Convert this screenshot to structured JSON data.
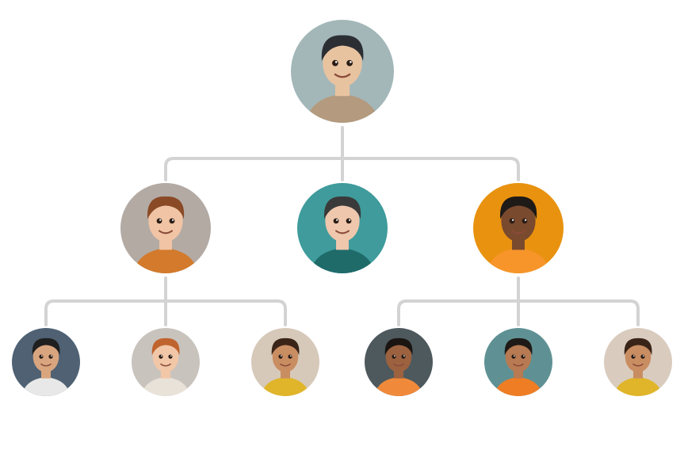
{
  "connector_color": "#d3d3d3",
  "nodes": [
    {
      "id": "root",
      "level": 0,
      "icon": "person-avatar-icon",
      "bg": "#a3b7b9",
      "skin": "#e8c3a0",
      "hair": "#2b2f33",
      "shirt": "#b49a7e"
    },
    {
      "id": "child-1",
      "level": 1,
      "parent": "root",
      "icon": "person-avatar-icon",
      "bg": "#b3aaa4",
      "skin": "#f0c4a4",
      "hair": "#8a4a26",
      "shirt": "#d37a2c"
    },
    {
      "id": "child-2",
      "level": 1,
      "parent": "root",
      "icon": "person-avatar-icon",
      "bg": "#3f9b9c",
      "skin": "#efc7ad",
      "hair": "#3a3a3a",
      "shirt": "#1f6b6a"
    },
    {
      "id": "child-3",
      "level": 1,
      "parent": "root",
      "icon": "person-avatar-icon",
      "bg": "#e8920f",
      "skin": "#7a4a2e",
      "hair": "#1e1a18",
      "shirt": "#f7952a"
    },
    {
      "id": "grandchild-1",
      "level": 2,
      "parent": "child-1",
      "icon": "person-avatar-icon",
      "bg": "#4f6173",
      "skin": "#d8a57f",
      "hair": "#1f1f1f",
      "shirt": "#e8e8e8"
    },
    {
      "id": "grandchild-2",
      "level": 2,
      "parent": "child-1",
      "icon": "person-avatar-icon",
      "bg": "#c9c3bd",
      "skin": "#f1c7a8",
      "hair": "#c0642f",
      "shirt": "#e9e2d8"
    },
    {
      "id": "grandchild-3",
      "level": 2,
      "parent": "child-1",
      "icon": "person-avatar-icon",
      "bg": "#d6c9b9",
      "skin": "#c98d62",
      "hair": "#3a2418",
      "shirt": "#e0b52a"
    },
    {
      "id": "grandchild-4",
      "level": 2,
      "parent": "child-3",
      "icon": "person-avatar-icon",
      "bg": "#4e595d",
      "skin": "#9c6240",
      "hair": "#1b1512",
      "shirt": "#f08a3a"
    },
    {
      "id": "grandchild-5",
      "level": 2,
      "parent": "child-3",
      "icon": "person-avatar-icon",
      "bg": "#5f9194",
      "skin": "#b87a52",
      "hair": "#1f1a17",
      "shirt": "#ef7d24"
    },
    {
      "id": "grandchild-6",
      "level": 2,
      "parent": "child-3",
      "icon": "person-avatar-icon",
      "bg": "#d9ccbe",
      "skin": "#c98d62",
      "hair": "#3a2418",
      "shirt": "#e0b52a"
    }
  ]
}
